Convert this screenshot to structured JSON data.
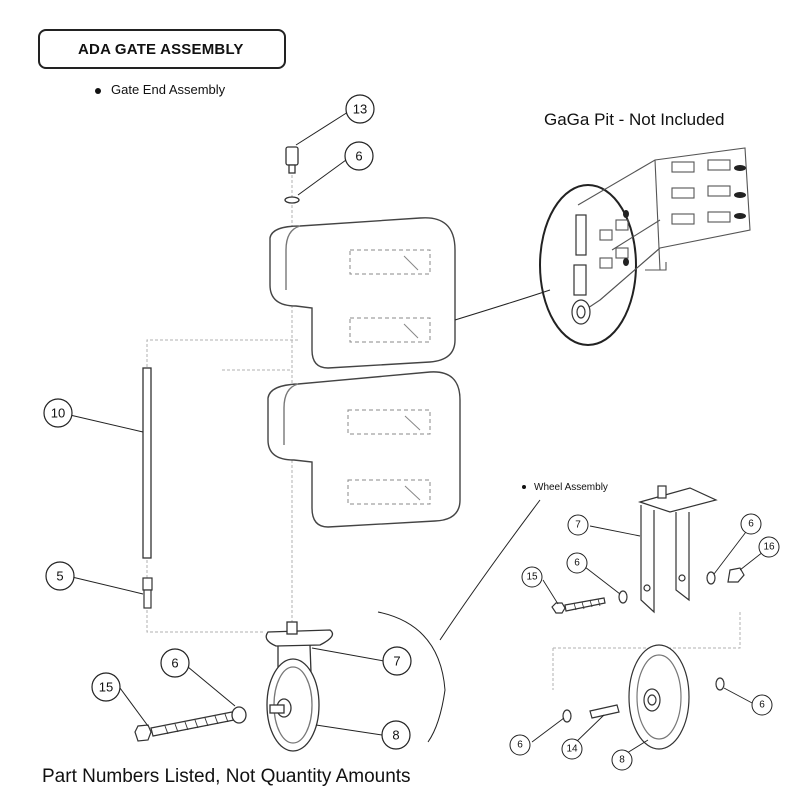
{
  "title": "ADA GATE ASSEMBLY",
  "gate_end_bullet": "Gate End Assembly",
  "gaga_pit_note": "GaGa Pit - Not Included",
  "wheel_assembly_bullet": "Wheel Assembly",
  "footer_note": "Part Numbers Listed, Not Quantity Amounts",
  "callouts": {
    "hinge_pin_cap": "13",
    "top_washer": "6",
    "hinge_rod": "10",
    "threaded_stud": "5",
    "main_washer": "6",
    "main_bolt": "15",
    "main_bracket": "7",
    "main_wheel": "8"
  },
  "wheel_callouts": {
    "bracket": "7",
    "nut": "16",
    "right_washer": "6",
    "bolt": "15",
    "left_washer": "6",
    "axle_washer_right": "6",
    "axle_washer_left": "6",
    "spacer": "14",
    "wheel": "8"
  },
  "colors": {
    "ink": "#111111",
    "line": "#333333",
    "light": "#9a9a9a"
  }
}
